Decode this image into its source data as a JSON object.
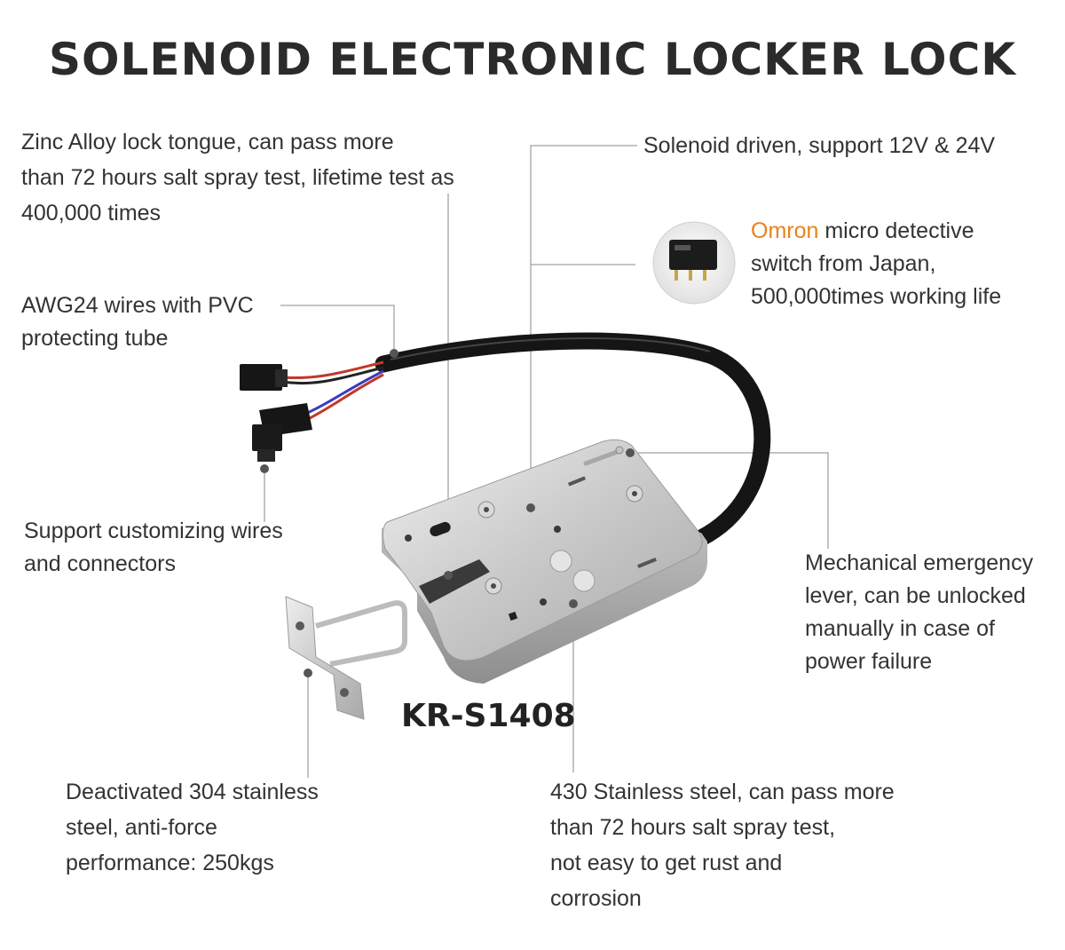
{
  "title": "SOLENOID ELECTRONIC LOCKER LOCK",
  "model": "KR-S1408",
  "colors": {
    "accent": "#e8821a",
    "leader": "#888888",
    "text": "#333333"
  },
  "callouts": {
    "tongue": [
      "Zinc Alloy lock tongue, can pass more",
      "than 72 hours salt spray test, lifetime test as",
      "400,000 times"
    ],
    "solenoid": [
      "Solenoid driven, support 12V & 24V"
    ],
    "switch": {
      "brand": "Omron",
      "first_rest": " micro detective",
      "lines": [
        "switch from Japan,",
        "500,000times working life"
      ]
    },
    "wires": [
      "AWG24 wires with PVC",
      "protecting tube"
    ],
    "connectors": [
      "Support customizing wires",
      "and connectors"
    ],
    "lever": [
      "Mechanical emergency",
      "lever, can be unlocked",
      "manually in case of",
      "power failure"
    ],
    "stainless304": [
      "Deactivated 304 stainless",
      "steel, anti-force",
      "performance: 250kgs"
    ],
    "stainless430": [
      "430 Stainless steel, can pass more",
      "than 72 hours salt spray test,",
      "not easy to get rust and",
      "corrosion"
    ]
  }
}
